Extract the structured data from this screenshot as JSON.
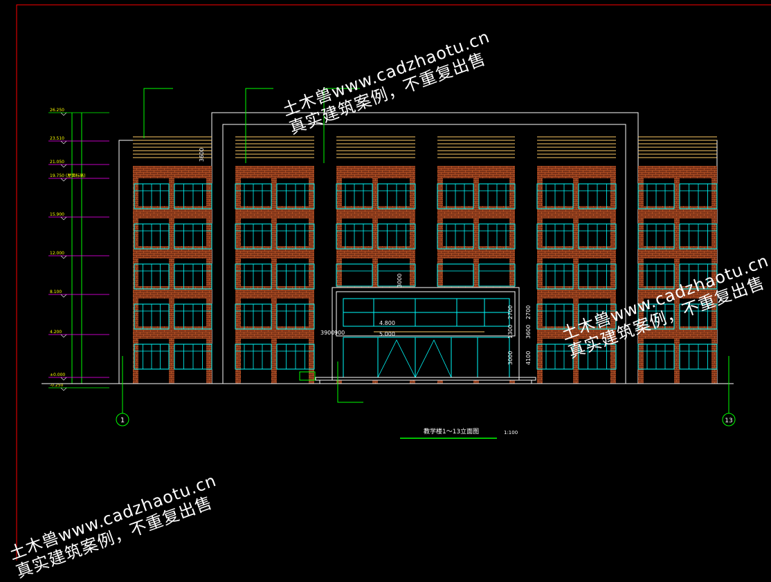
{
  "drawing": {
    "title": "教学楼1～13立面图",
    "scale": "1:100",
    "axis_left": "1",
    "axis_right": "13"
  },
  "levels": [
    {
      "label": "26.250"
    },
    {
      "label": "23.510"
    },
    {
      "label": "21.050"
    },
    {
      "label": "19.750 (屋面标高)"
    },
    {
      "label": "15.900"
    },
    {
      "label": "12.000"
    },
    {
      "label": "8.100"
    },
    {
      "label": "4.200"
    },
    {
      "label": "±0.000"
    },
    {
      "label": "-0.250"
    }
  ],
  "dims": {
    "parapet": "3600",
    "canopy_h": "3000",
    "canopy_w1": "3900",
    "canopy_w2": "900",
    "canopy_r1": "2700",
    "canopy_r2": "1300",
    "canopy_r3": "3000",
    "canopy_r4": "4100",
    "canopy_r5": "2700",
    "canopy_r6": "3600",
    "canopy_l1": "4.800",
    "canopy_l2": "5.000"
  },
  "watermarks": [
    {
      "line1": "土木兽www.cadzhaotu.cn",
      "line2": "真实建筑案例，不重复出售"
    },
    {
      "line1": "土木兽www.cadzhaotu.cn",
      "line2": "真实建筑案例，不重复出售"
    },
    {
      "line1": "土木兽www.cadzhaotu.cn",
      "line2": "真实建筑案例，不重复出售"
    }
  ],
  "colors": {
    "background": "#000000",
    "frame": "#ff0000",
    "outline": "#ffffff",
    "brick": "#8b3a1e",
    "brick_line": "#d4622a",
    "window": "#00ffff",
    "louver": "#ffcc66",
    "dim_green": "#00ff00",
    "level_magenta": "#ff00ff",
    "text_yellow": "#ffff00"
  }
}
